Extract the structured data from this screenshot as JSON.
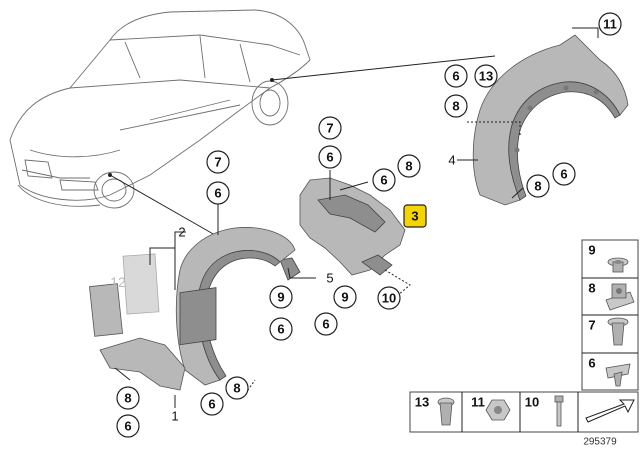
{
  "diagram": {
    "highlight_color": "#f5d400",
    "part_gray": "#b8b8b8",
    "drawing_number": "295379",
    "callouts": {
      "c11_top": "11",
      "c6_right_a": "6",
      "c13_right": "13",
      "c8_right_a": "8",
      "c4": "4",
      "c8_right_b": "8",
      "c6_right_b": "6",
      "c7_mid": "7",
      "c6_mid": "6",
      "c6_mid_b": "6",
      "c8_mid": "8",
      "c3_highlight": "3",
      "c5": "5",
      "c9_mid_a": "9",
      "c6_mid_c": "6",
      "c9_mid_b": "9",
      "c6_mid_d": "6",
      "c10_mid": "10",
      "c7_left": "7",
      "c6_left": "6",
      "c2": "2",
      "c12_faded": "12",
      "c8_left_low": "8",
      "c6_left_low": "6",
      "c1": "1",
      "c6_bottom": "6",
      "c8_bottom": "8"
    },
    "legend_right": [
      {
        "num": "9",
        "icon": "push-rivet-icon"
      },
      {
        "num": "8",
        "icon": "speed-nut-clip-icon"
      },
      {
        "num": "7",
        "icon": "expanding-rivet-icon"
      },
      {
        "num": "6",
        "icon": "screw-clip-icon"
      }
    ],
    "legend_bottom": [
      {
        "num": "13",
        "icon": "rivet-clip-icon"
      },
      {
        "num": "11",
        "icon": "hex-nut-icon"
      },
      {
        "num": "10",
        "icon": "pin-screw-icon"
      }
    ]
  }
}
